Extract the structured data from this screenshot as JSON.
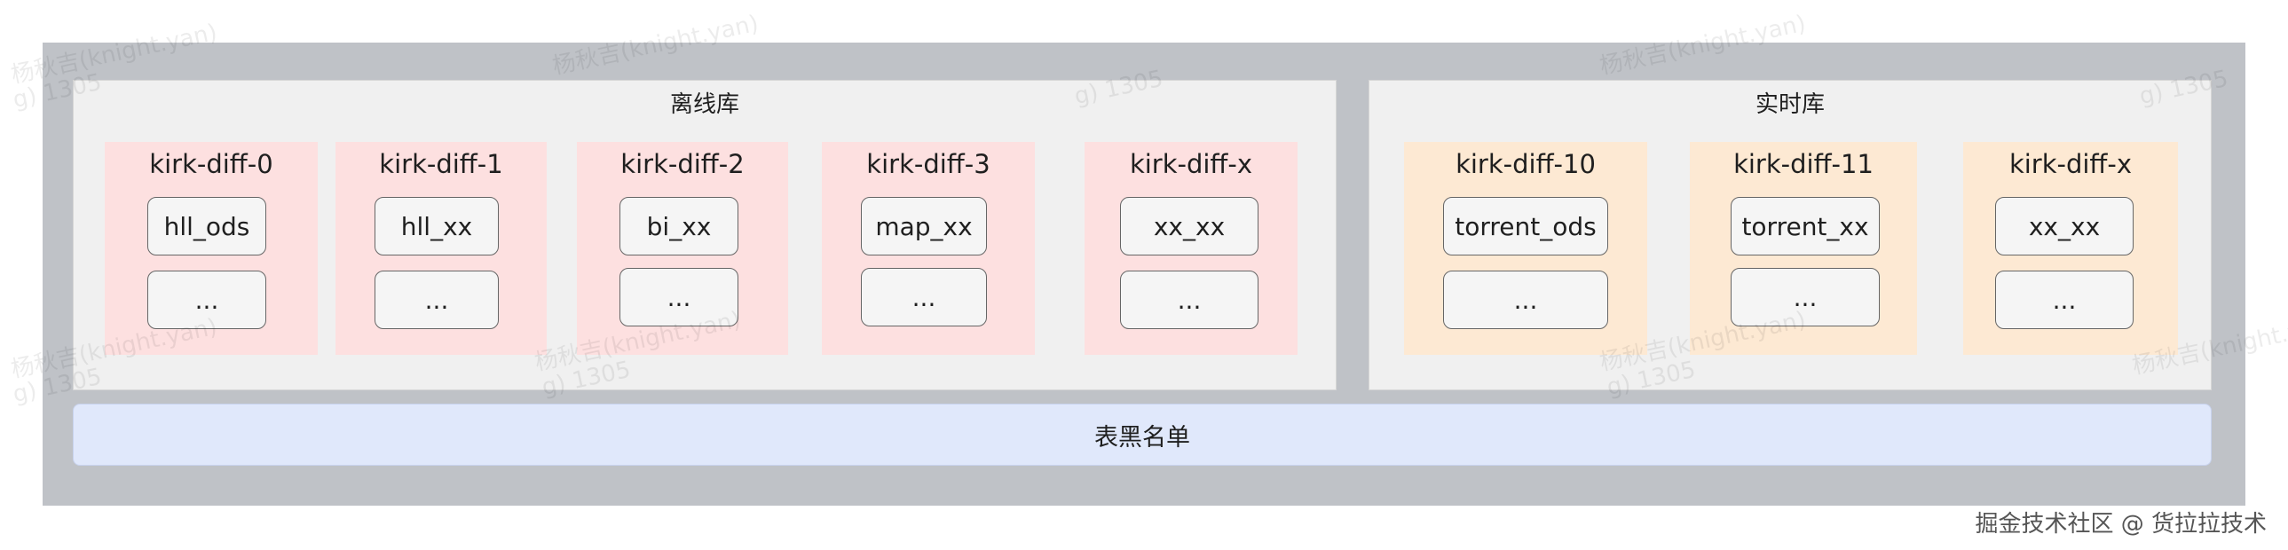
{
  "offline": {
    "title": "离线库",
    "shards": [
      {
        "name": "kirk-diff-0",
        "tables": [
          "hll_ods",
          "..."
        ]
      },
      {
        "name": "kirk-diff-1",
        "tables": [
          "hll_xx",
          "..."
        ]
      },
      {
        "name": "kirk-diff-2",
        "tables": [
          "bi_xx",
          "..."
        ]
      },
      {
        "name": "kirk-diff-3",
        "tables": [
          "map_xx",
          "..."
        ]
      },
      {
        "name": "kirk-diff-x",
        "tables": [
          "xx_xx",
          "..."
        ]
      }
    ]
  },
  "realtime": {
    "title": "实时库",
    "shards": [
      {
        "name": "kirk-diff-10",
        "tables": [
          "torrent_ods",
          "..."
        ]
      },
      {
        "name": "kirk-diff-11",
        "tables": [
          "torrent_xx",
          "..."
        ]
      },
      {
        "name": "kirk-diff-x",
        "tables": [
          "xx_xx",
          "..."
        ]
      }
    ]
  },
  "blacklist": {
    "label": "表黑名单"
  },
  "watermark": {
    "text": "杨秋吉(knight.yan)",
    "line2": "g) 1305"
  },
  "footer": {
    "text": "掘金技术社区 @ 货拉拉技术"
  },
  "colors": {
    "outer": "#bfc2c7",
    "panel": "#f0f0f0",
    "offline_shard": "#fde0e0",
    "realtime_shard": "#fde9d3",
    "blacklist": "#e0e8fb"
  }
}
